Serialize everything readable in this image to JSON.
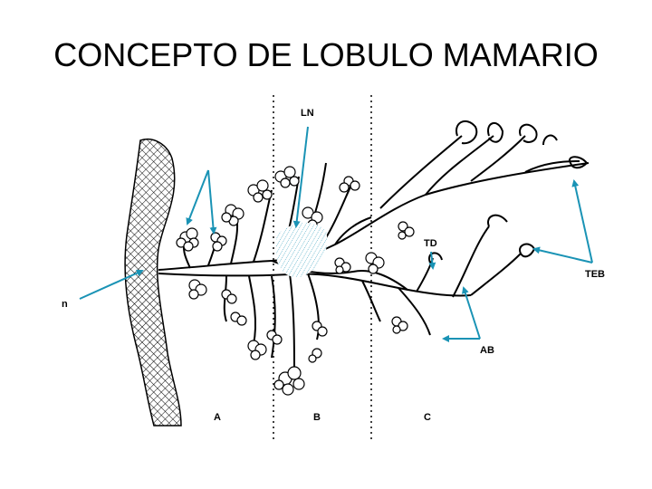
{
  "slide": {
    "title": "CONCEPTO DE LOBULO MAMARIO"
  },
  "diagram": {
    "labels": {
      "ln": "LN",
      "n": "n",
      "td": "TD",
      "teb": "TEB",
      "ab": "AB",
      "zone_a": "A",
      "zone_b": "B",
      "zone_c": "C"
    },
    "colors": {
      "arrow": "#1a93b5",
      "ink": "#000000",
      "hatch": "#1a93b5"
    }
  }
}
